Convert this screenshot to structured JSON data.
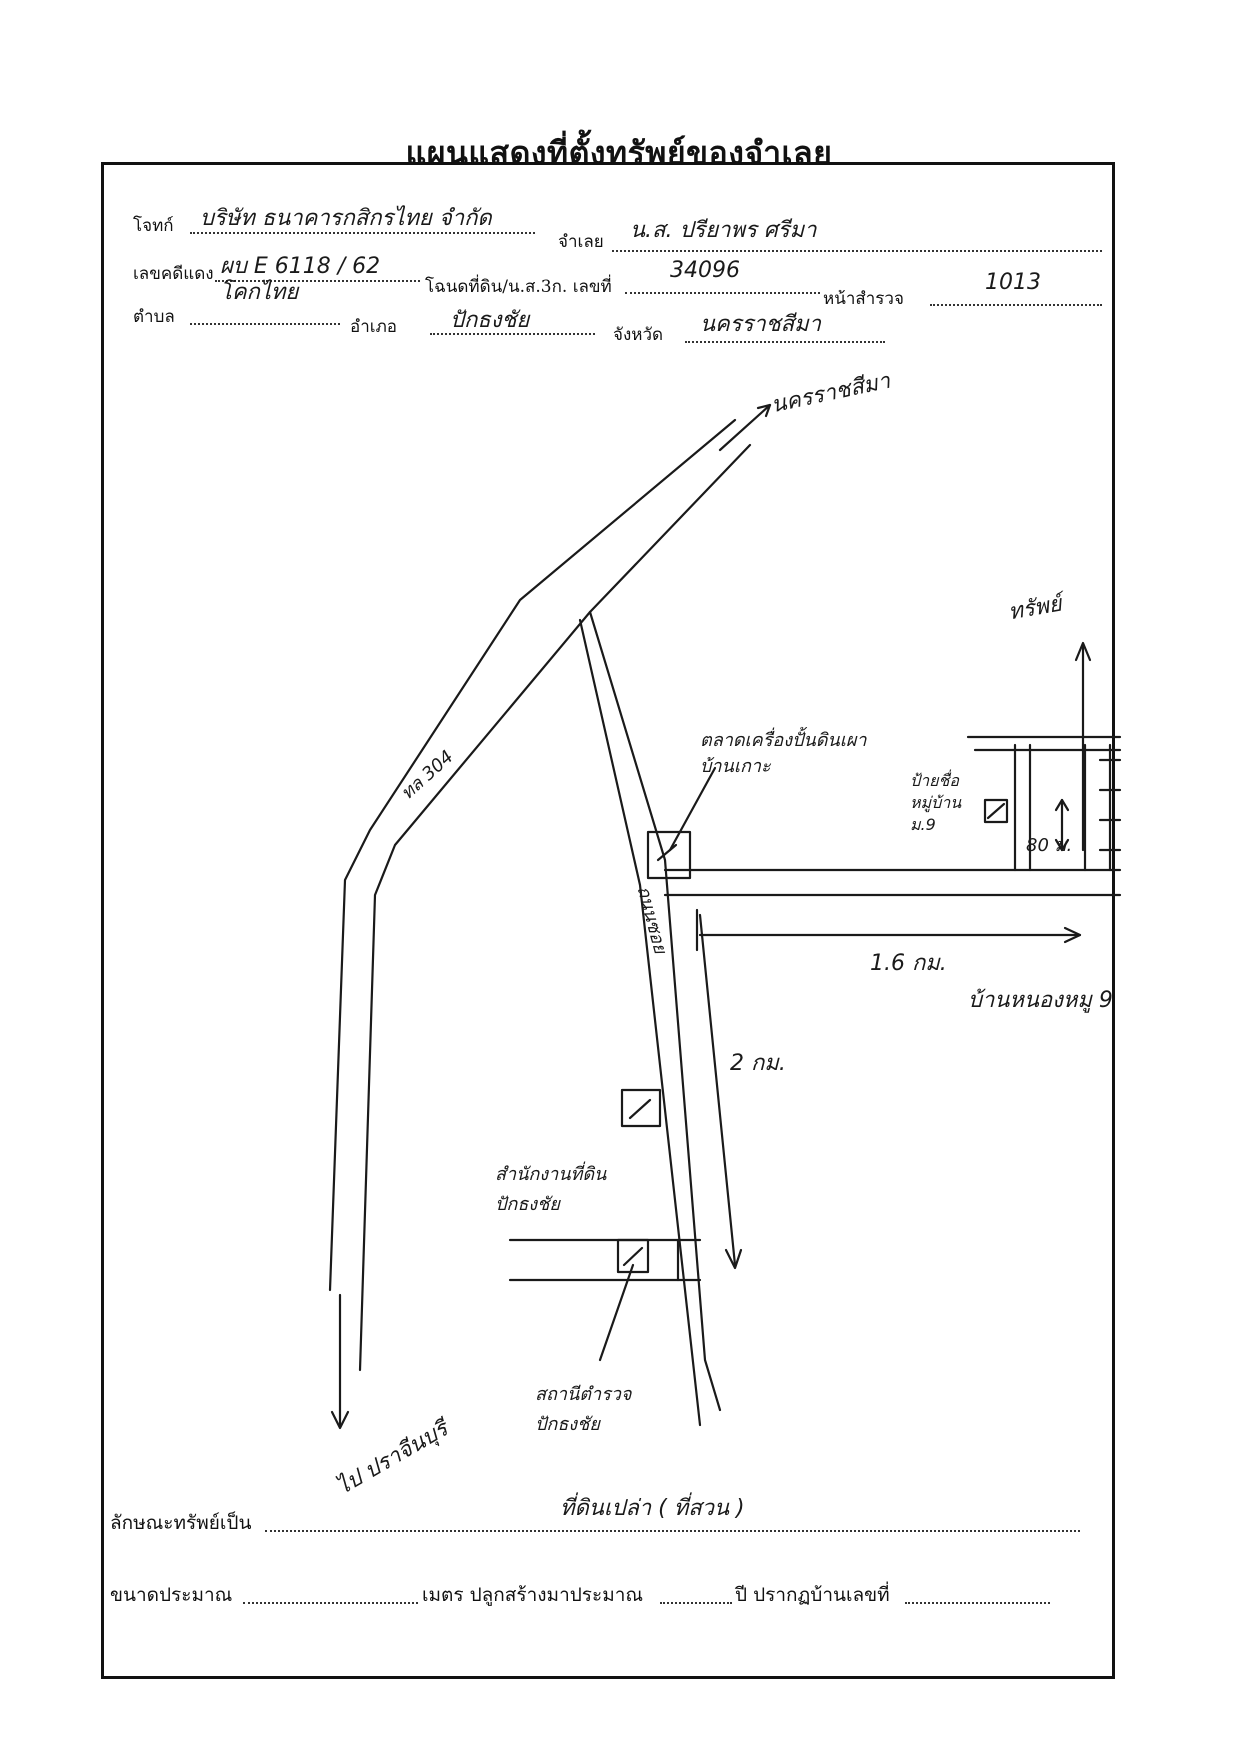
{
  "document": {
    "title": "แผนแสดงที่ตั้งทรัพย์ของจำเลย"
  },
  "header_fields": {
    "plaintiff": {
      "label": "โจทก์",
      "value": "บริษัท ธนาคารกสิกรไทย จำกัด"
    },
    "defendant": {
      "label": "จำเลย",
      "value": "น.ส. ปรียาพร ศรีมา"
    },
    "red_case_no": {
      "label": "เลขคดีแดง",
      "value": "ผบ E 6118 / 62"
    },
    "title_deed": {
      "label": "โฉนดที่ดิน/น.ส.3ก. เลขที่",
      "value": "34096"
    },
    "survey_page": {
      "label": "หน้าสำรวจ",
      "value": "1013"
    },
    "subdistrict": {
      "label": "ตำบล",
      "value": "โคกไทย"
    },
    "district": {
      "label": "อำเภอ",
      "value": "ปักธงชัย"
    },
    "province": {
      "label": "จังหวัด",
      "value": "นครราชสีมา"
    }
  },
  "map_labels": {
    "to_nakhon_ratchasima": "นครราชสีมา",
    "route_304": "ทล 304",
    "soi_road": "ถนนซอย",
    "pottery_sales": "ตลาดเครื่องปั้นดินเผา บ้านเกาะ",
    "village_sign": "ป้ายชื่อ หมู่บ้าน ม.9",
    "distance_80": "80 ม.",
    "property": "ทรัพย์",
    "distance_1_6km": "1.6 กม.",
    "village_moo9": "บ้านหนองหมู 9",
    "distance_2km": "2 กม.",
    "district_office": "สำนักงานที่ดิน ปักธงชัย",
    "police_station": "สถานีตำรวจ ปักธงชัย",
    "to_prachinburi": "ไป ปราจีนบุรี"
  },
  "footer_fields": {
    "property_type": {
      "label": "ลักษณะทรัพย์เป็น",
      "value": "ที่ดินเปล่า ( ที่สวน )"
    },
    "approx_size_label": "ขนาดประมาณ",
    "approx_size_value": "",
    "meter_built_label": "เมตร ปลูกสร้างมาประมาณ",
    "year_label": "ปี ปรากฏบ้านเลขที่",
    "house_no_value": ""
  },
  "colors": {
    "ink": "#111111",
    "paper": "#ffffff"
  }
}
